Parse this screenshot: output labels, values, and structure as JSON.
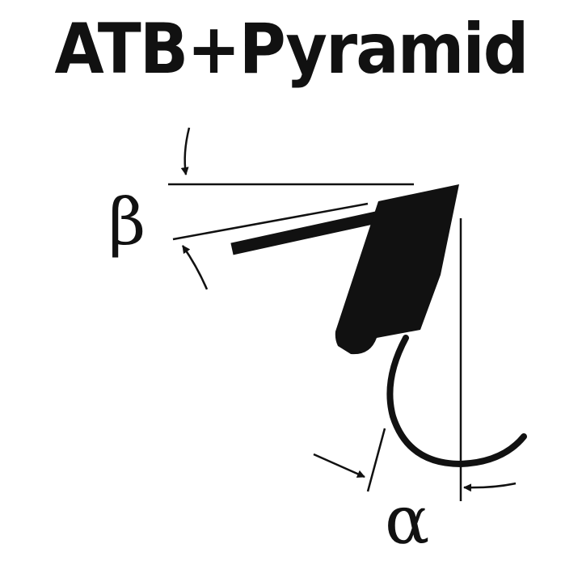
{
  "title": "ATB+Pyramid",
  "labels": {
    "beta": "β",
    "alpha": "α"
  },
  "colors": {
    "ink": "#111111",
    "background": "#ffffff"
  }
}
